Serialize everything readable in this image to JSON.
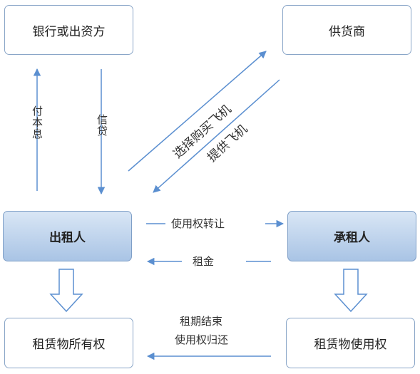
{
  "nodes": {
    "bank": "银行或出资方",
    "supplier": "供货商",
    "lessor": "出租人",
    "lessee": "承租人",
    "ownership": "租赁物所有权",
    "use_right": "租赁物使用权"
  },
  "edges": {
    "repay": "付本息",
    "credit": "信贷",
    "choose": "选择购买飞机",
    "provide": "提供飞机",
    "transfer": "使用权转让",
    "rent": "租金",
    "end_line1": "租期结束",
    "end_line2": "使用权归还"
  },
  "colors": {
    "arrow": "#5b8fd0",
    "hollow_arrow": "#5b8fd0",
    "box_border": "#8aa6c8",
    "filled_top": "#d9e6f5",
    "filled_bottom": "#a9c4e5"
  }
}
